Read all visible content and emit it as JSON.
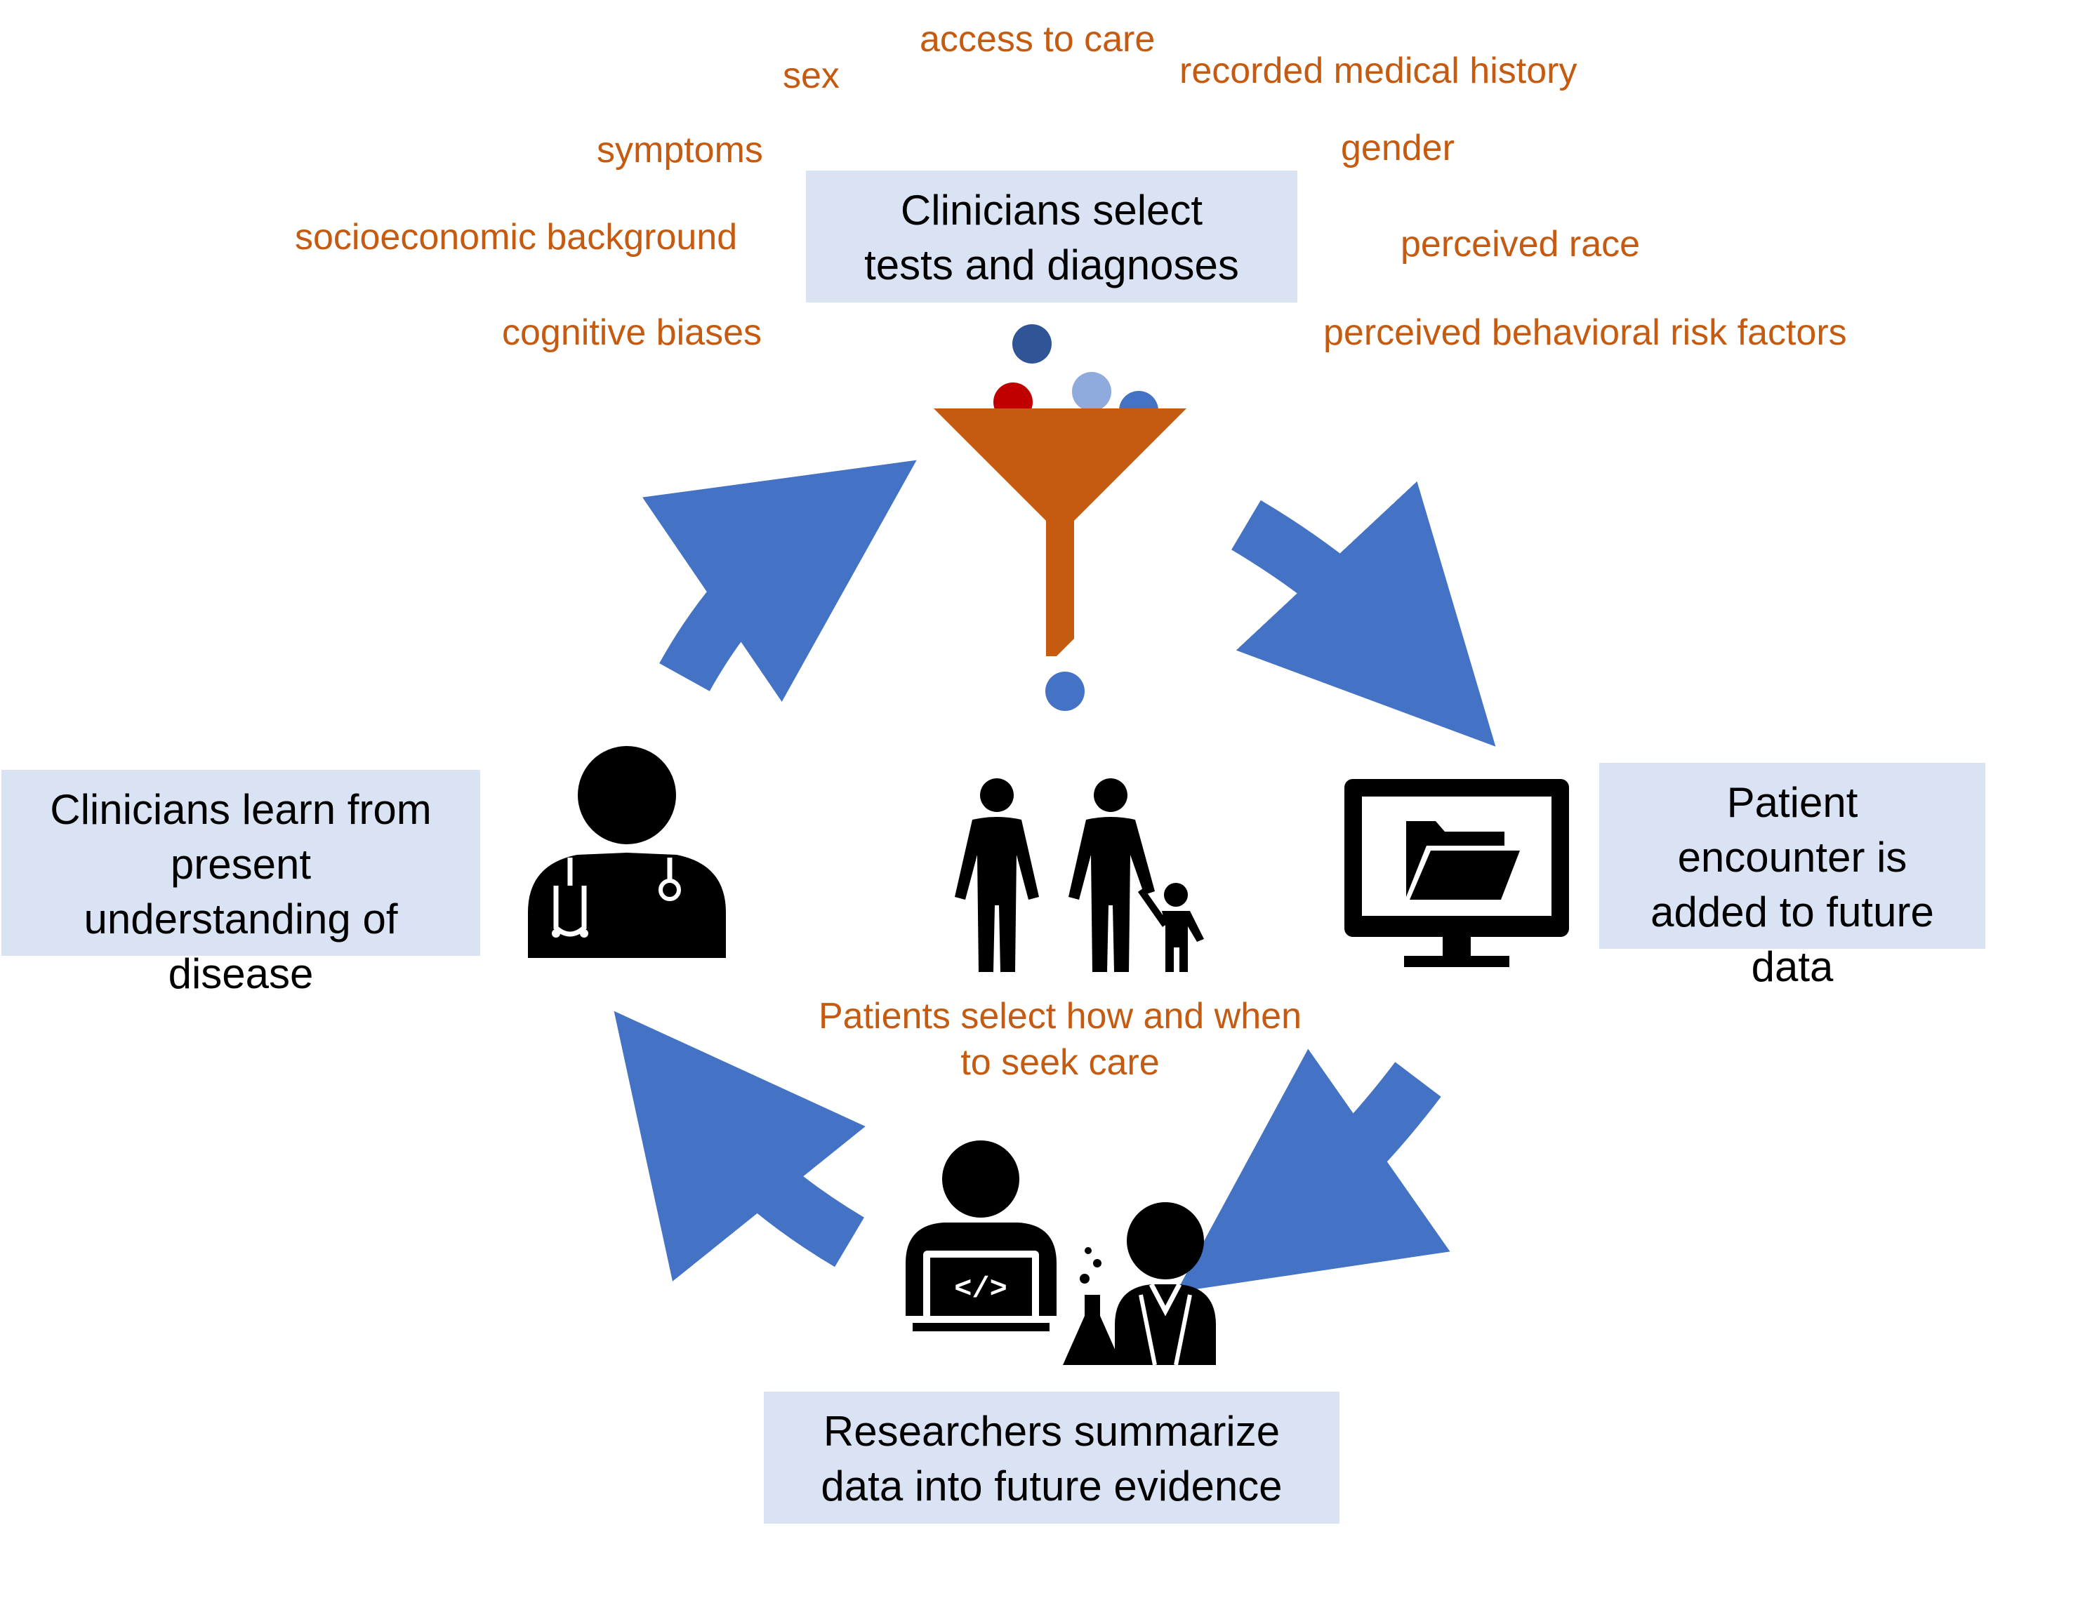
{
  "factors": {
    "access_to_care": "access to care",
    "sex": "sex",
    "recorded_medical_history": "recorded medical history",
    "symptoms": "symptoms",
    "gender": "gender",
    "socioeconomic_background": "socioeconomic background",
    "perceived_race": "perceived race",
    "cognitive_biases": "cognitive biases",
    "perceived_behavioral_risk_factors": "perceived behavioral risk factors"
  },
  "steps": {
    "clinicians_select": [
      "Clinicians select",
      "tests and diagnoses"
    ],
    "patient_encounter": [
      "Patient",
      "encounter is",
      "added to future",
      "data"
    ],
    "researchers": [
      "Researchers summarize",
      "data into future evidence"
    ],
    "clinicians_learn": [
      "Clinicians learn from",
      "present",
      "understanding of",
      "disease"
    ]
  },
  "patients_label": [
    "Patients select how and when",
    "to seek care"
  ],
  "colors": {
    "arrow": "#4472c4",
    "accent": "#c55a11",
    "box": "#dae3f3",
    "icon": "#000000",
    "ball_dark": "#2f5597",
    "ball_red": "#c00000",
    "ball_light": "#8faadc",
    "ball_mid": "#4472c4"
  },
  "icons": [
    "funnel-icon",
    "clinician-icon",
    "patients-icon",
    "computer-folder-icon",
    "researchers-icon"
  ]
}
